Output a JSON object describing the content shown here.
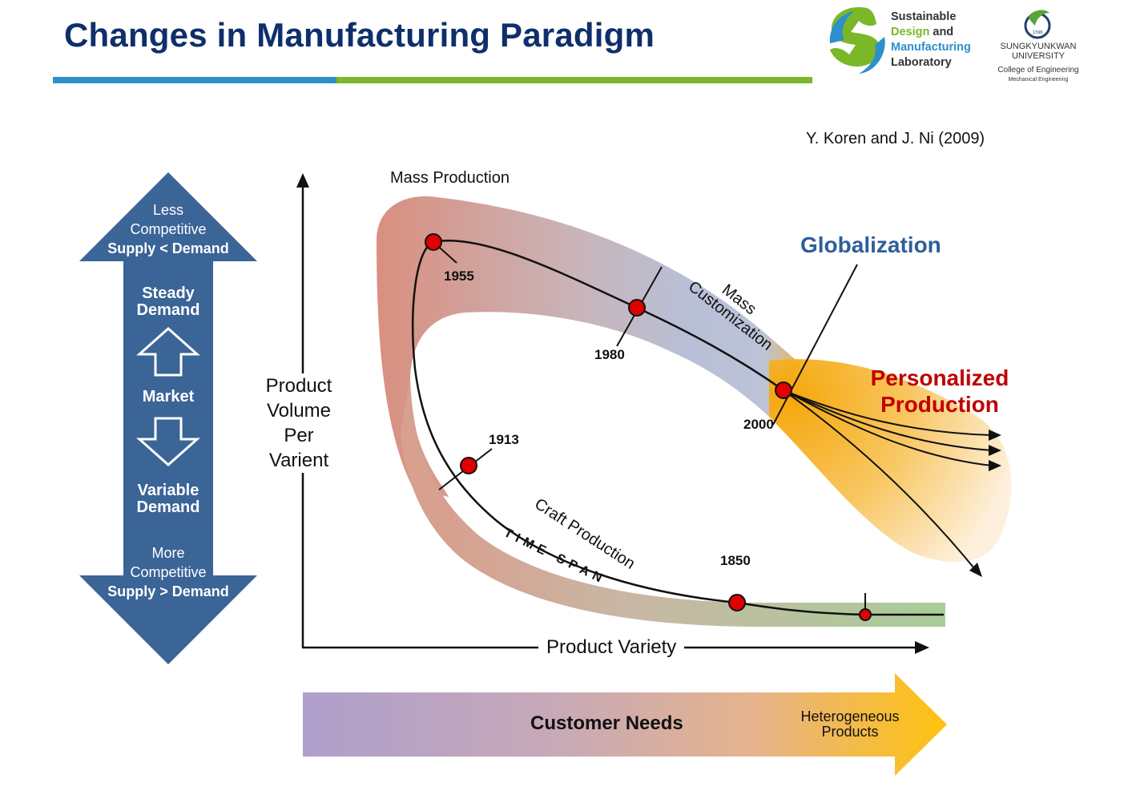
{
  "header": {
    "title": "Changes in Manufacturing Paradigm",
    "logo_lab": {
      "line1": "Sustainable",
      "line2_a": "Design",
      "line2_b": "and",
      "line3": "Manufacturing",
      "line4": "Laboratory"
    },
    "logo_univ": {
      "line1": "SUNGKYUNKWAN",
      "line2": "UNIVERSITY",
      "line3": "College of Engineering",
      "line4": "Mechanical Engineering"
    }
  },
  "citation": "Y. Koren and J. Ni (2009)",
  "market_arrow": {
    "top_line1": "Less",
    "top_line2": "Competitive",
    "top_line3": "Supply < Demand",
    "steady_line1": "Steady",
    "steady_line2": "Demand",
    "market": "Market",
    "variable_line1": "Variable",
    "variable_line2": "Demand",
    "bottom_line1": "More",
    "bottom_line2": "Competitive",
    "bottom_line3": "Supply > Demand"
  },
  "axes": {
    "y_line1": "Product",
    "y_line2": "Volume",
    "y_line3": "Per",
    "y_line4": "Varient",
    "x": "Product Variety"
  },
  "paradigms": {
    "mass_production": "Mass Production",
    "mass_customization_line1": "Mass",
    "mass_customization_line2": "Customization",
    "craft_production": "Craft Production",
    "time_span": "TIME SPAN",
    "globalization": "Globalization",
    "personalized_line1": "Personalized",
    "personalized_line2": "Production"
  },
  "years": [
    "1850",
    "1913",
    "1955",
    "1980",
    "2000"
  ],
  "bottom_arrow": {
    "label": "Customer Needs",
    "end_line1": "Heterogeneous",
    "end_line2": "Products"
  },
  "colors": {
    "title": "#0e2f6b",
    "market_arrow": "#3b6497",
    "globalization": "#2e5f9a",
    "personalized": "#c00000",
    "milestone": "#e00000"
  }
}
